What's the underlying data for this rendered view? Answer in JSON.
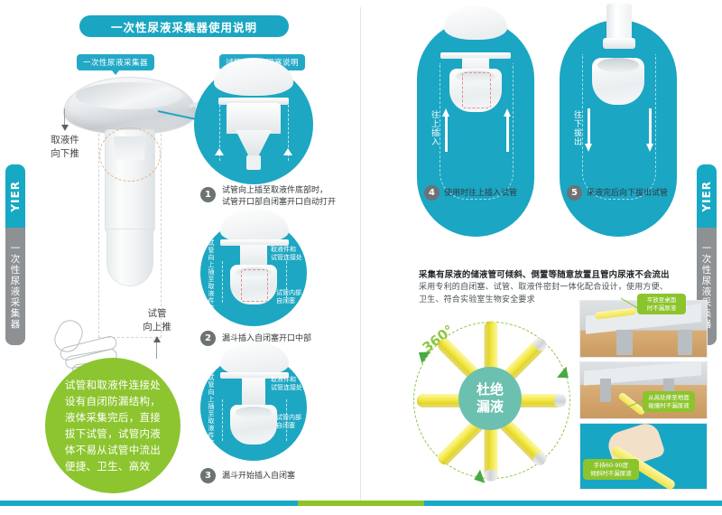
{
  "brand": {
    "name": "YIER",
    "product_vertical": "一次性尿液采集器"
  },
  "left_panel": {
    "title": "一次性尿液采集器使用说明",
    "tags": {
      "device": "一次性尿液采集器",
      "valve_detail": "试管内部自闭塞说明"
    },
    "annotations": {
      "push_down": "取液件\n向下推",
      "push_up": "试管\n向上推"
    },
    "steps": [
      {
        "num": "1",
        "text": "试管向上插至取液件底部时，\n试管开口部自闭塞开口自动打开"
      },
      {
        "num": "2",
        "text": "漏斗插入自闭塞开口中部"
      },
      {
        "num": "3",
        "text": "漏斗开始插入自闭塞"
      }
    ],
    "circle_labels": {
      "step2_vertical": "试管向上插至取液件底部",
      "step2_right_top": "取液件和\n试管连接处",
      "step2_right_bottom": "试管内部\n自闭塞",
      "step3_vertical": "试管向上插至取液件底部",
      "step3_right_top": "取液件和\n试管连接处",
      "step3_right_bottom": "试管内部\n自闭塞"
    },
    "green_quote": "试管和取液件连接处\n设有自闭防漏结构，\n液体采集完后，直接\n拔下试管，试管内液\n体不易从试管中流出\n便捷、卫生、高效"
  },
  "right_panel": {
    "steps": [
      {
        "num": "4",
        "text": "使用时往上插入试管",
        "direction_label": "往上插入"
      },
      {
        "num": "5",
        "text": "采液完后向下拔出试管",
        "direction_label": "往下拔出"
      }
    ],
    "headline": "采集有尿液的储液管可倾斜、倒置等随意放置且管内尿液不会流出",
    "body": "采用专利的自闭塞、试管、取液件密封一体化配合设计，使用方便、\n卫生、符合实验室生物安全要求",
    "rotation": {
      "degrees": "360°",
      "center_text": "杜绝\n漏液"
    },
    "photo_labels": [
      "平放至桌面\n时不漏尿液",
      "从高处摔至地面\n碰撞时不漏尿液",
      "手持60-90度\n倾斜时不漏尿液"
    ]
  },
  "colors": {
    "teal": "#1aa6c2",
    "green": "#8cc52f",
    "gray": "#8e9193",
    "yellow": "#f2e742"
  }
}
